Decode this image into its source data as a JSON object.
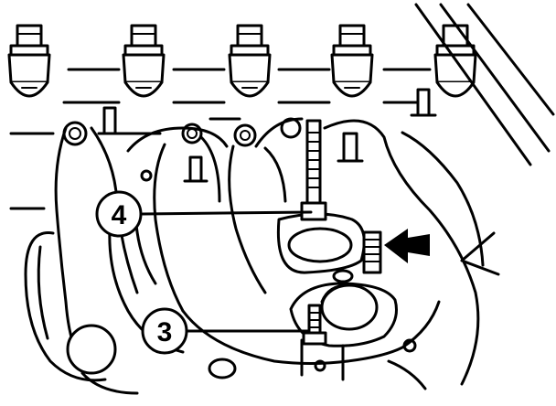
{
  "callouts": [
    {
      "label": "4"
    },
    {
      "label": "3"
    }
  ],
  "parts": {
    "injector_count": 5,
    "arrow_color": "#000000",
    "line_color": "#000000",
    "background_color": "#ffffff"
  }
}
